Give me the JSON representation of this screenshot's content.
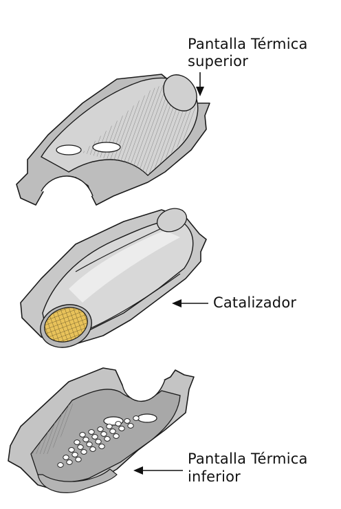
{
  "labels": {
    "upper_shield_line1": "Pantalla Térmica",
    "upper_shield_line2": "superior",
    "converter": "Catalizador",
    "lower_shield_line1": "Pantalla Térmica",
    "lower_shield_line2": "inferior"
  },
  "colors": {
    "metal_light": "#d4d4d4",
    "metal_mid": "#bdbdbd",
    "metal_dark": "#8f8f8f",
    "outline": "#1a1a1a",
    "catalyst_core": "#e8c25a"
  }
}
